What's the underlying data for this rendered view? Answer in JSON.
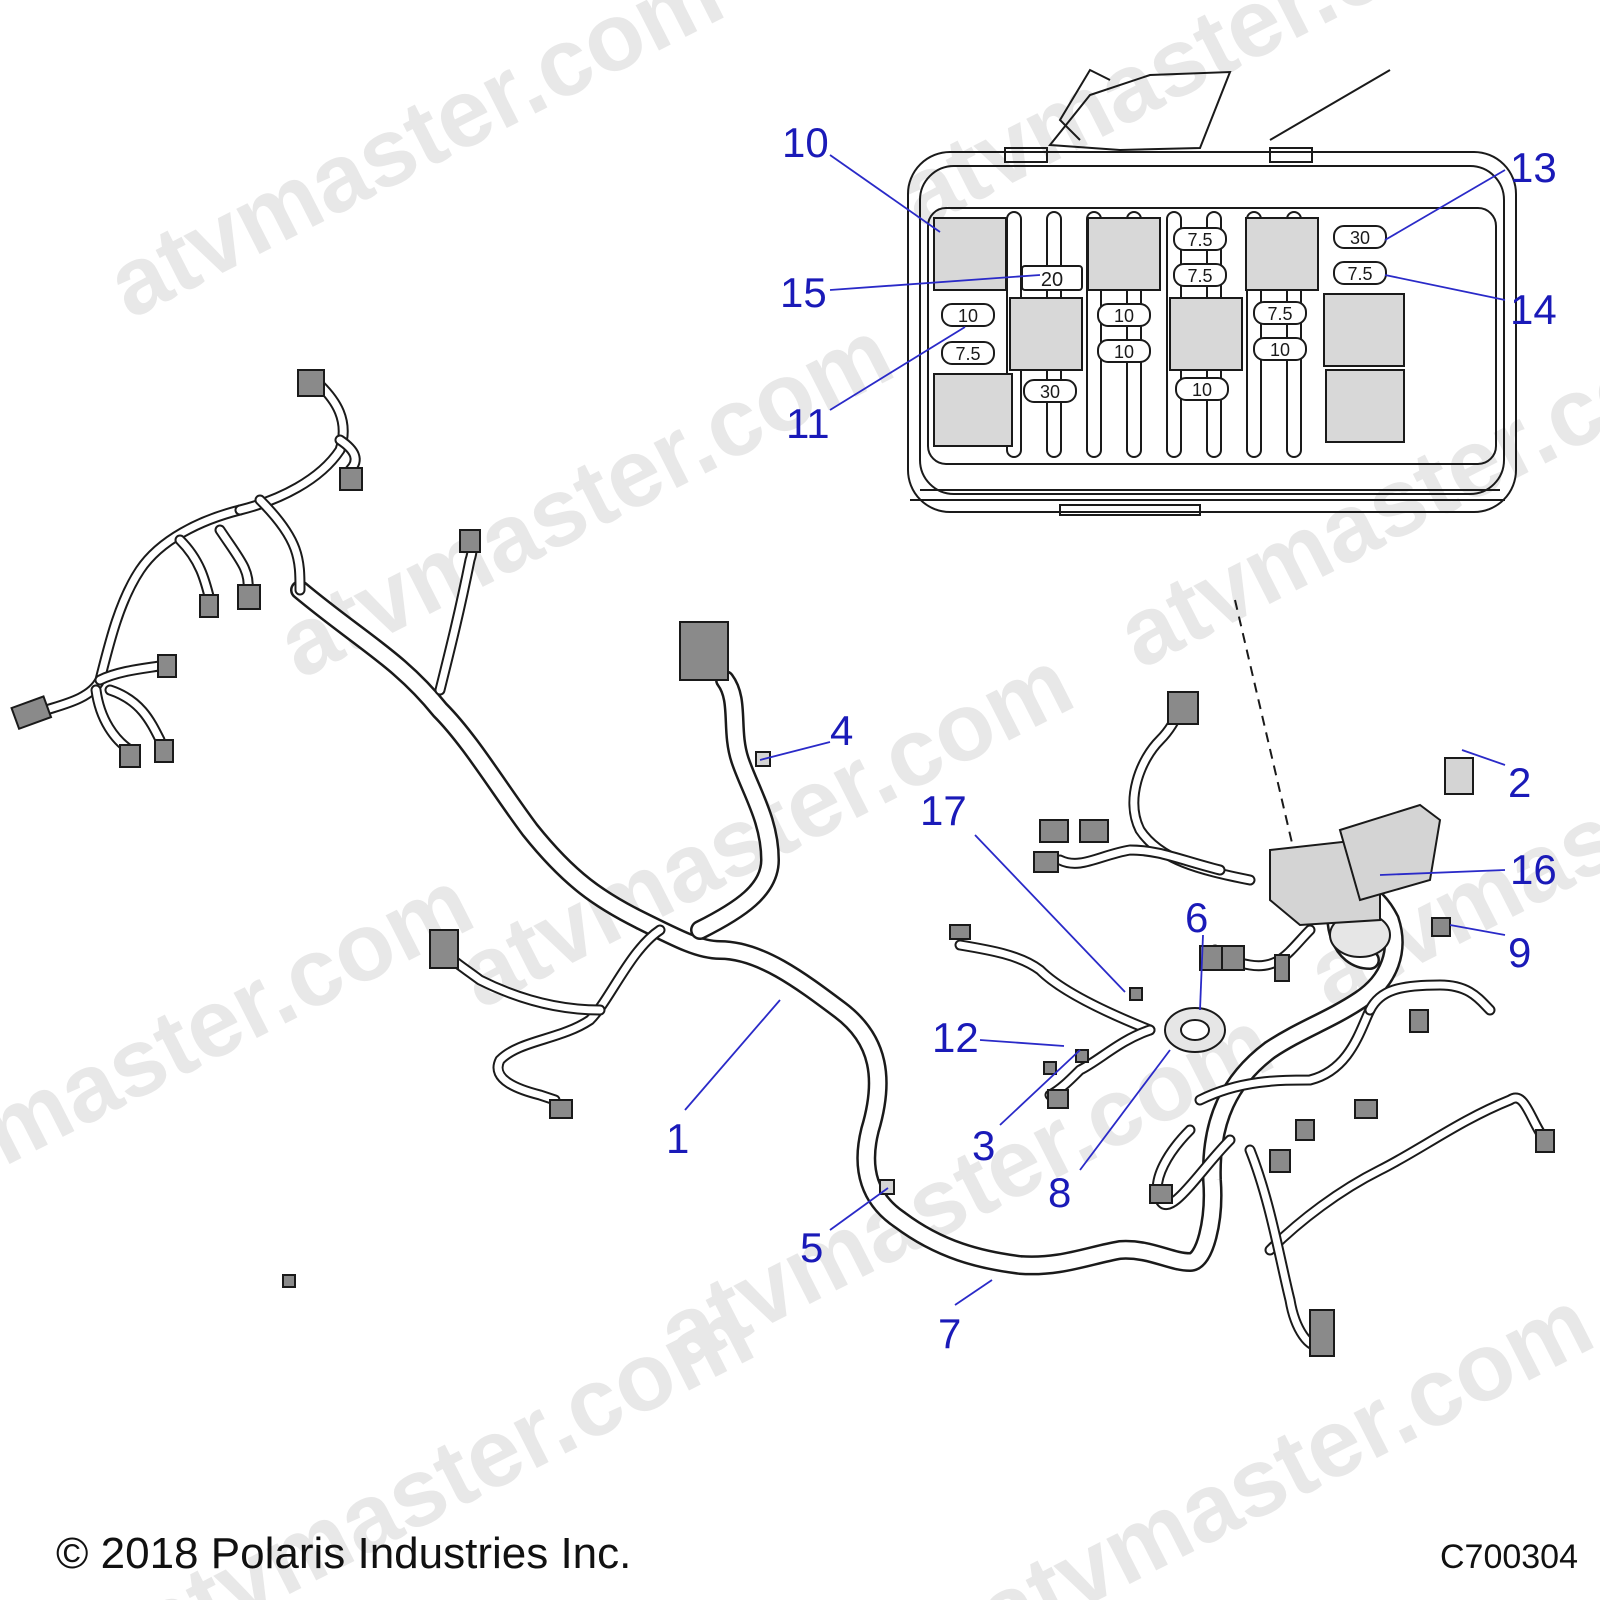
{
  "watermark": "atvmaster.com",
  "callouts": {
    "c1": "1",
    "c2": "2",
    "c3": "3",
    "c4": "4",
    "c5": "5",
    "c6": "6",
    "c7": "7",
    "c8": "8",
    "c9": "9",
    "c10": "10",
    "c11": "11",
    "c12": "12",
    "c13": "13",
    "c14": "14",
    "c15": "15",
    "c16": "16",
    "c17": "17"
  },
  "fuse_labels": {
    "f1": "7.5",
    "f2": "7.5",
    "f3": "30",
    "f4": "7.5",
    "f5": "20",
    "f6": "10",
    "f7": "7.5",
    "f8": "10",
    "f9": "10",
    "f10": "7.5",
    "f11": "10",
    "f12": "30",
    "f13": "10"
  },
  "footer": {
    "copyright": "© 2018 Polaris Industries Inc.",
    "drawing_code": "C700304"
  },
  "colors": {
    "callout": "#1a1ab8",
    "watermark": "#e8e8e8",
    "line": "#1a1a1a"
  }
}
